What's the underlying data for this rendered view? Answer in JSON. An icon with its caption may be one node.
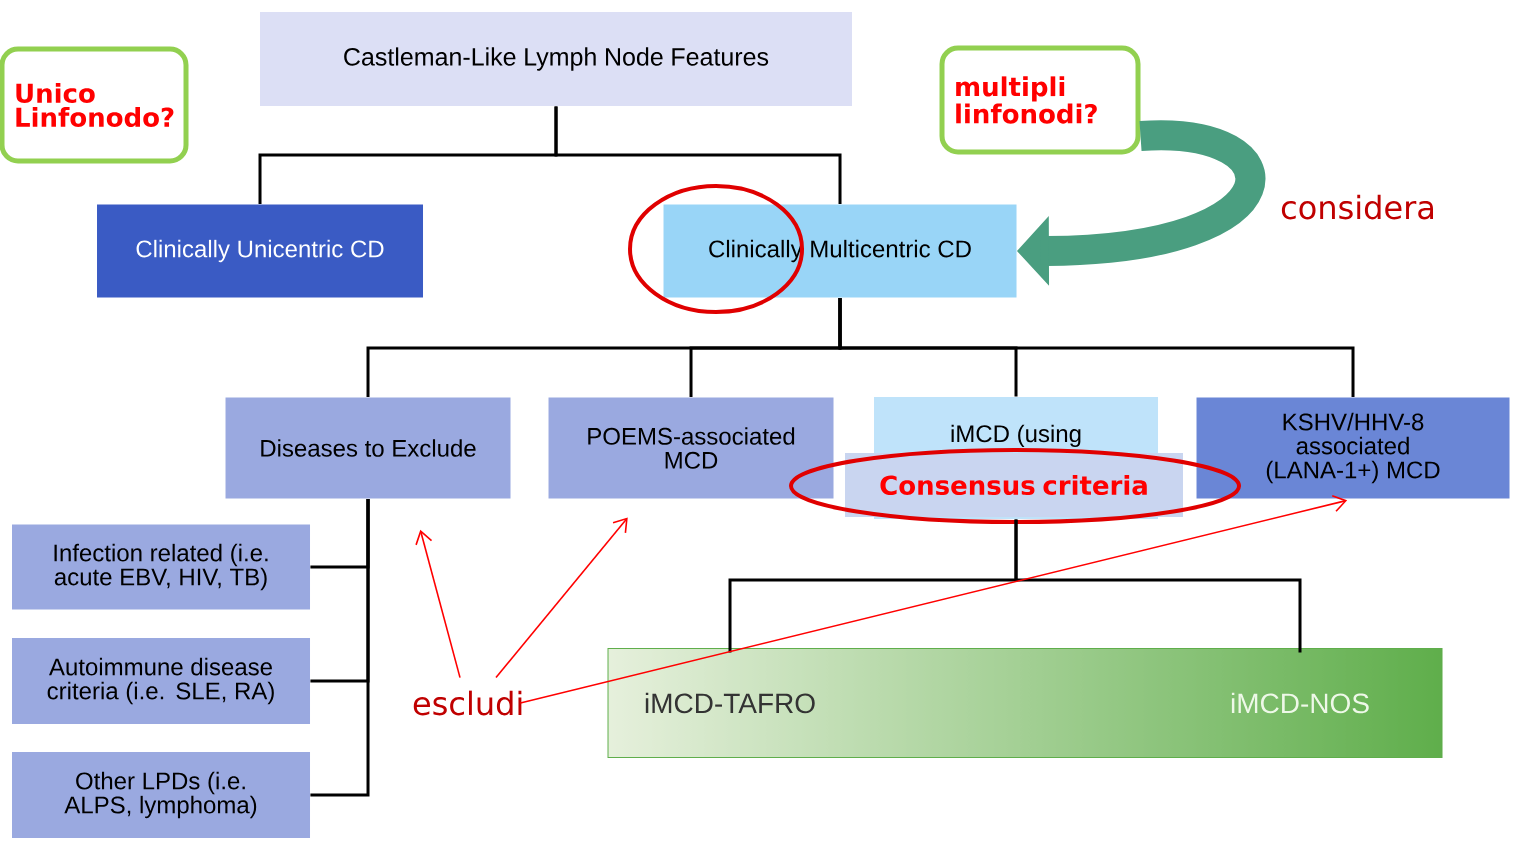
{
  "diagram": {
    "nodes": [
      {
        "text": [
          "Castleman-Like Lymph Node Features"
        ]
      },
      {
        "text": [
          "Clinically Unicentric CD"
        ]
      },
      {
        "text": [
          "Clinically Multicentric CD"
        ]
      },
      {
        "text": [
          "Diseases to Exclude"
        ]
      },
      {
        "text": [
          "POEMS-associated MCD"
        ]
      },
      {
        "text": [
          "iMCD (using"
        ]
      },
      {
        "text": [
          "Consensus criteria"
        ]
      },
      {
        "text": [
          "KSHV/HHV-8 associated (LANA-1+) MCD"
        ]
      },
      {
        "text": [
          "Infection related (i.e. acute EBV, HIV, TB)"
        ]
      },
      {
        "text": [
          "Autoimmune disease criteria (i.e. SLE, RA)"
        ]
      },
      {
        "text": [
          "Other LPDs (i.e. ALPS, lymphoma)"
        ]
      },
      {
        "text": [],
        "shape": "bar"
      },
      {
        "text": [
          "iMCD-TAFRO"
        ],
        "in": 11
      },
      {
        "text": [
          "iMCD-NOS"
        ],
        "in": 11
      },
      {
        "text": [
          "Unico Linfonodo?"
        ]
      },
      {
        "text": [
          "multipli linfonodi?"
        ]
      },
      {
        "text": [
          "escludi"
        ]
      }
    ],
    "edges": [
      {
        "from": 0,
        "to": 1,
        "arrow": "none"
      },
      {
        "from": 0,
        "to": 2,
        "arrow": "none"
      },
      {
        "from": 2,
        "to": 3,
        "arrow": "none"
      },
      {
        "from": 2,
        "to": 4,
        "arrow": "none"
      },
      {
        "from": 2,
        "to": 5,
        "arrow": "none"
      },
      {
        "from": 2,
        "to": 7,
        "arrow": "none"
      },
      {
        "from": 3,
        "to": 8,
        "arrow": "none"
      },
      {
        "from": 3,
        "to": 9,
        "arrow": "none"
      },
      {
        "from": 3,
        "to": 10,
        "arrow": "none"
      },
      {
        "from": 5,
        "to": 12,
        "arrow": "none"
      },
      {
        "from": 5,
        "to": 13,
        "arrow": "none"
      },
      {
        "from": 15,
        "to": 2,
        "arrow": "to",
        "label": "considera",
        "style": "thick",
        "color": "#4a9e80"
      },
      {
        "from": 16,
        "to": 3,
        "arrow": "to",
        "color": "#ff0000"
      },
      {
        "from": 16,
        "to": 4,
        "arrow": "to",
        "color": "#ff0000"
      },
      {
        "from": 16,
        "to": 7,
        "arrow": "to",
        "color": "#ff0000"
      }
    ]
  }
}
